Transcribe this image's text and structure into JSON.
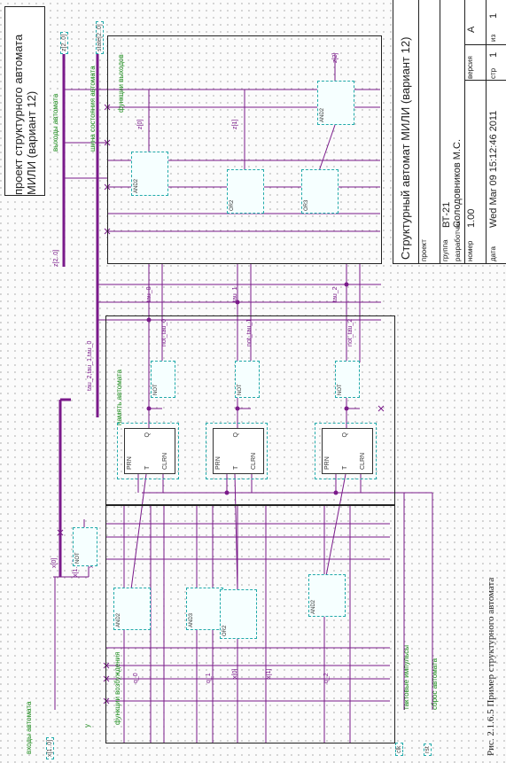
{
  "title": "проект структурного автомата МИЛИ (вариант 12)",
  "caption": "Рис. 2.1.6.5 Пример структурного автомата",
  "colors": {
    "wire": "#7a1a8a",
    "bus": "#7a1a8a",
    "label": "#1a8a1a",
    "frame": "#222222",
    "dash": "#22aaaa"
  },
  "input_groups": {
    "inputs_label": "входы автомата",
    "inputs_pin": "x[1..0]",
    "y_label": "y",
    "x_labels": [
      "x[1..0]",
      "x[0]",
      "x[1]"
    ],
    "reset_label": "сброс автомата",
    "reset_pin": "rst",
    "clk_label": "тактовые импульсы",
    "clk_pin": "clk"
  },
  "outputs": {
    "outputs_label": "выходы автомата",
    "state_label": "шина состояния автомата",
    "out_pin": "z[2..0]",
    "state_pin": "state[2..0]",
    "bus_label": "z[2..0]",
    "state_bus_label": "tau_2,tau_1,tau_0"
  },
  "blocks": {
    "excitation": "функции возбуждения",
    "memory": "память автомата",
    "output_funcs": "функции выходов"
  },
  "signals": {
    "tau": [
      "tau_0",
      "tau_1",
      "tau_2"
    ],
    "not_tau": [
      "not_tau_0",
      "not_tau_1",
      "not_tau_2"
    ],
    "q": [
      "q_0",
      "q_1",
      "q_2"
    ],
    "z": [
      "z[0]",
      "z[1]",
      "z[2]"
    ],
    "x": [
      "x[0]",
      "x[1]"
    ]
  },
  "gates": {
    "and2": "AND2",
    "and3": "AND3",
    "or2": "OR2",
    "or3": "OR3",
    "not": "NOT",
    "ff_type": "TFF",
    "ff_prn": "PRN",
    "ff_t": "T",
    "ff_clrn": "CLRN",
    "ff_q": "Q"
  },
  "stamp": {
    "title": "Структурный автомат МИЛИ (вариант 12)",
    "project_label": "проект",
    "group_label": "группа",
    "group_value": "ВТ-21",
    "dev_label": "разработчик",
    "dev_value": "Солодовников М.С.",
    "number_label": "номер",
    "number_value": "1.00",
    "date_label": "дата",
    "date_value": "Wed Mar 09 15:12:46 2011",
    "version_label": "версия",
    "version_value": "А",
    "page_label": "стр",
    "page_value": "1",
    "of_label": "из",
    "of_value": "1"
  }
}
